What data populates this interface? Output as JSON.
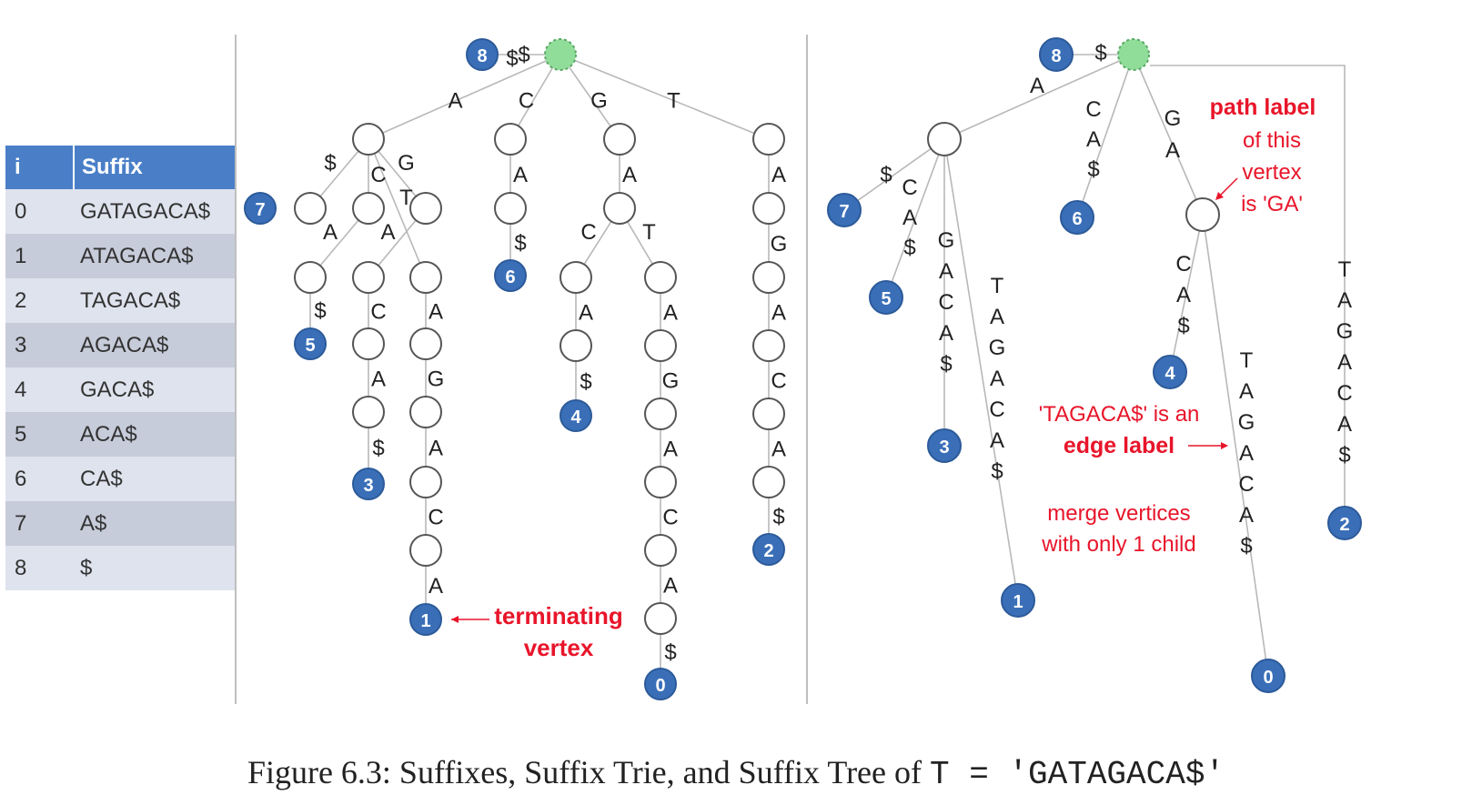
{
  "table": {
    "header": [
      "i",
      "Suffix"
    ],
    "rows": [
      [
        "0",
        "GATAGACA$"
      ],
      [
        "1",
        "ATAGACA$"
      ],
      [
        "2",
        "TAGACA$"
      ],
      [
        "3",
        "AGACA$"
      ],
      [
        "4",
        "GACA$"
      ],
      [
        "5",
        "ACA$"
      ],
      [
        "6",
        "CA$"
      ],
      [
        "7",
        "A$"
      ],
      [
        "8",
        "$"
      ]
    ]
  },
  "colors": {
    "root": "#90dd9a",
    "leaf": "#3a6fb8",
    "annotation": "#e8152a",
    "edge": "#b8b8b8"
  },
  "annotations": {
    "terminating_1": "terminating",
    "terminating_2": "vertex",
    "path_label_1": "path label",
    "path_label_2": "of this",
    "path_label_3": "vertex",
    "path_label_4": "is 'GA'",
    "edge_label_1": "'TAGACA$' is an",
    "edge_label_2": "edge label",
    "merge_1": "merge vertices",
    "merge_2": "with only 1 child"
  },
  "caption": {
    "text": "Figure 6.3: Suffixes, Suffix Trie, and Suffix Tree of",
    "code": "T = 'GATAGACA$'"
  }
}
